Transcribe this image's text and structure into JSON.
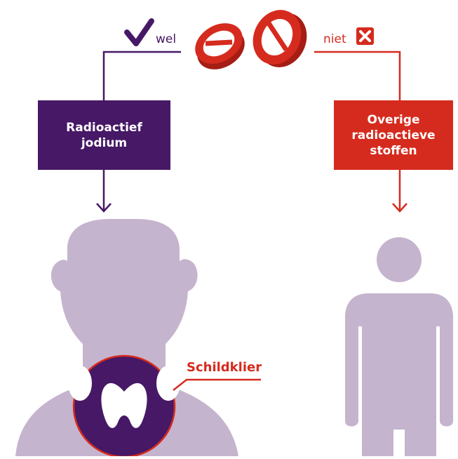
{
  "labels": {
    "wel": "wel",
    "niet": "niet",
    "left_box": "Radioactief\njodium",
    "right_box": "Overige\nradioactieve\nstoffen",
    "schildklier": "Schildklier"
  },
  "colors": {
    "purple": "#461866",
    "red": "#d52b1e",
    "lilac": "#c5b4ce",
    "white": "#ffffff"
  },
  "icons": [
    "check-icon",
    "cross-icon",
    "pill-icon",
    "arrow-down-icon",
    "person-head-icon",
    "person-body-icon",
    "thyroid-icon"
  ]
}
